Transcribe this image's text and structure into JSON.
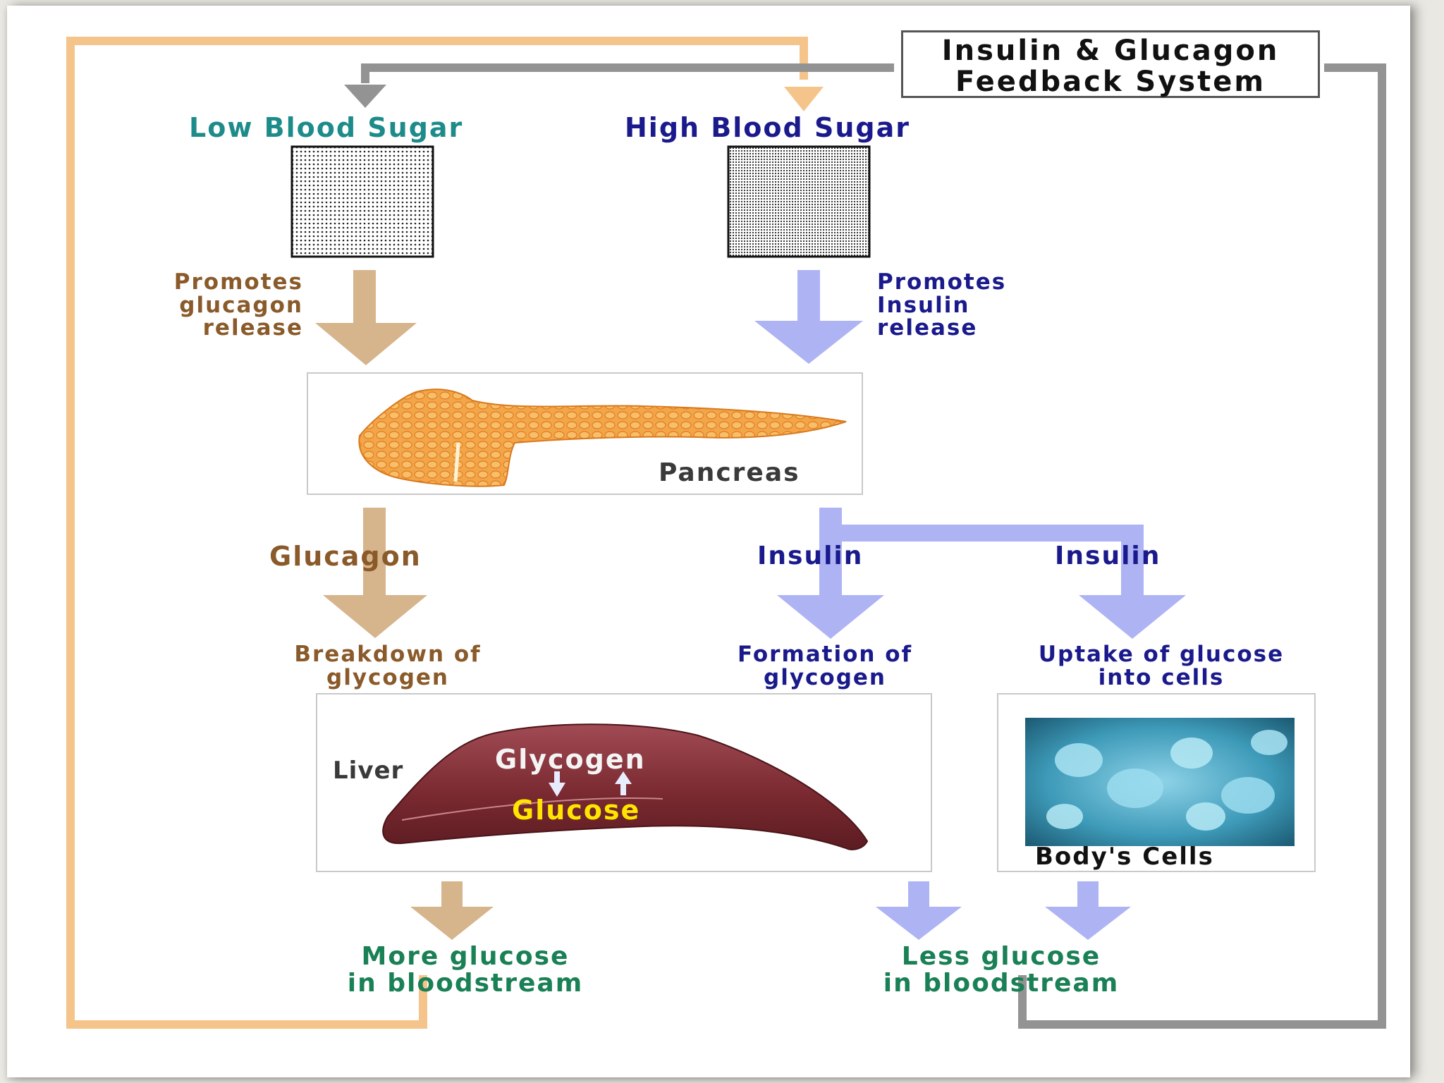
{
  "title": {
    "line1": "Insulin & Glucagon",
    "line2": "Feedback System"
  },
  "low_sugar": {
    "heading": "Low Blood Sugar",
    "promotes": [
      "Promotes",
      "glucagon",
      "release"
    ],
    "hormone": "Glucagon",
    "effect": [
      "Breakdown of",
      "glycogen"
    ],
    "result": [
      "More glucose",
      "in bloodstream"
    ]
  },
  "high_sugar": {
    "heading": "High Blood Sugar",
    "promotes": [
      "Promotes",
      "Insulin",
      "release"
    ],
    "hormone_left": "Insulin",
    "hormone_right": "Insulin",
    "effect_left": [
      "Formation of",
      "glycogen"
    ],
    "effect_right": [
      "Uptake of glucose",
      "into cells"
    ],
    "result": [
      "Less glucose",
      "in bloodstream"
    ]
  },
  "organs": {
    "pancreas": "Pancreas",
    "liver": "Liver",
    "glycogen": "Glycogen",
    "glucose": "Glucose",
    "cells": "Body's Cells"
  },
  "colors": {
    "tan_arrow": "#d6b48c",
    "blue_arrow": "#aeb3f4",
    "orange_loop": "#f5c48a",
    "grey_loop": "#939393",
    "liver": "#7a2a30",
    "pancreas": "#f29a3a"
  }
}
